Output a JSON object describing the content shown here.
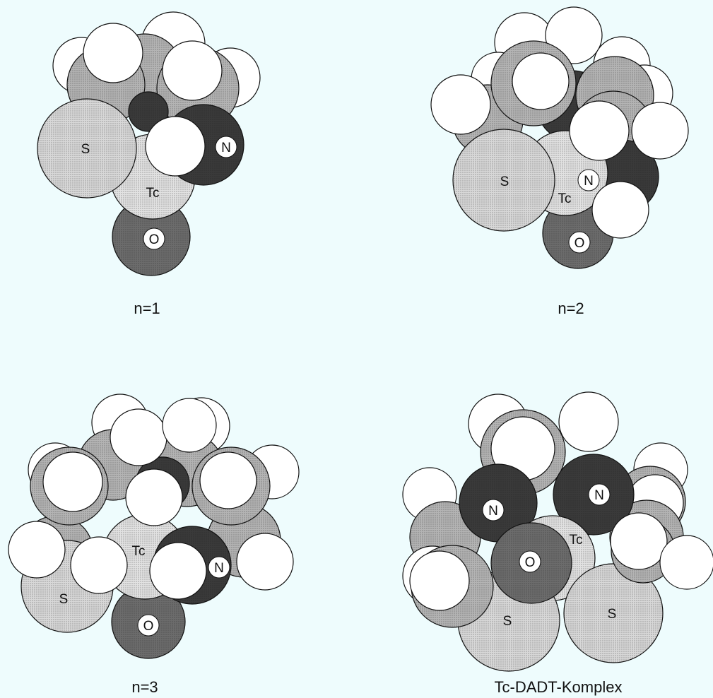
{
  "colors": {
    "background": "#eefcfd",
    "hydrogen": "#ffffff",
    "carbon": "#b4b4b4",
    "sulfur": "#d8d8d8",
    "technetium": "#e2e2e2",
    "nitrogen": "#3a3a3a",
    "oxygen": "#6c6c6c",
    "outline": "#111111"
  },
  "panels": [
    {
      "caption": "n=1",
      "labels": {
        "S": "S",
        "N": "N",
        "Tc": "Tc",
        "O": "O"
      }
    },
    {
      "caption": "n=2",
      "labels": {
        "S": "S",
        "N": "N",
        "Tc": "Tc",
        "O": "O"
      }
    },
    {
      "caption": "n=3",
      "labels": {
        "S": "S",
        "N": "N",
        "Tc": "Tc",
        "O": "O"
      }
    },
    {
      "caption": "Tc-DADT-Komplex",
      "labels": {
        "N1": "N",
        "N2": "N",
        "Tc": "Tc",
        "O": "O",
        "S1": "S",
        "S2": "S"
      }
    }
  ]
}
